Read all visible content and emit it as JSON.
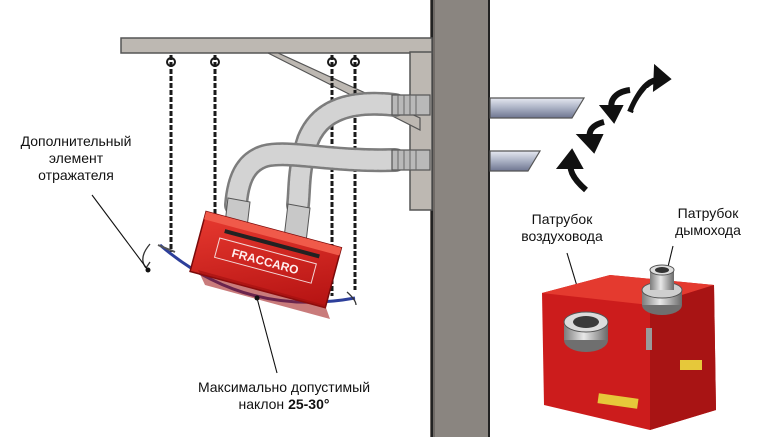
{
  "labels": {
    "reflector_line1": "Дополнительный",
    "reflector_line2": "элемент",
    "reflector_line3": "отражателя",
    "tilt_line1": "Максимально допустимый",
    "tilt_line2_prefix": "наклон ",
    "tilt_line2_value": "25-30°",
    "air_line1": "Патрубок",
    "air_line2": "воздуховода",
    "flue_line1": "Патрубок",
    "flue_line2": "дымохода",
    "brand": "FRACCARO"
  },
  "colors": {
    "heater_red": "#d81e1e",
    "wall_gray": "#8a8580",
    "frame_gray": "#bdb8b2",
    "pipe_blue_gray": "#aab1c4",
    "hose_gray": "#c9c9c9",
    "chain_black": "#1a1a1a",
    "reflector_blue": "#2d3f9a",
    "arrow_black": "#111111"
  }
}
